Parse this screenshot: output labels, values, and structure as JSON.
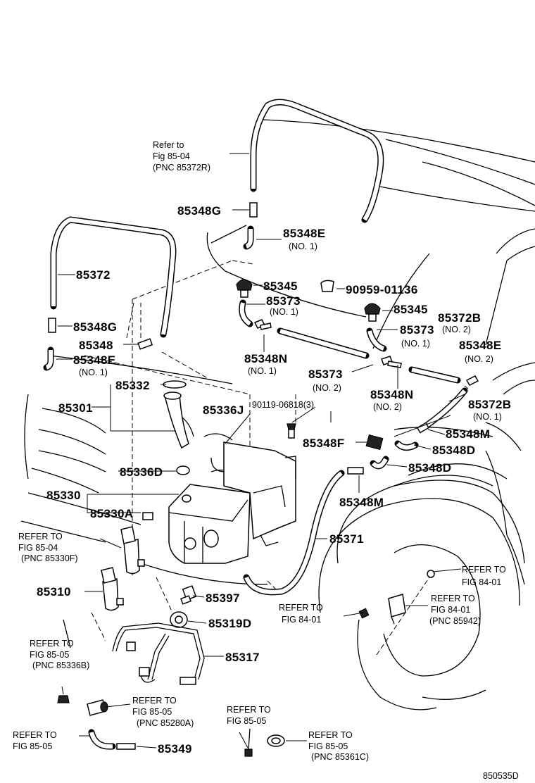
{
  "labels": {
    "ref_85372r": [
      "Refer to",
      "Fig 85-04",
      "(PNC 85372R)"
    ],
    "p85348g_top": "85348G",
    "p85348e_top": "85348E",
    "no1_a": "(NO. 1)",
    "p85372": "85372",
    "p85345_a": "85345",
    "p90959": "90959-01136",
    "p85373_a": "85373",
    "no1_b": "(NO. 1)",
    "p85345_b": "85345",
    "p85372b_a": "85372B",
    "no2_a": "(NO. 2)",
    "p85373_b": "85373",
    "no1_c": "(NO. 1)",
    "p85348g_left": "85348G",
    "p85348": "85348",
    "p85348e_right": "85348E",
    "no2_b": "(NO. 2)",
    "p85348e_left": "85348E",
    "no1_d": "(NO. 1)",
    "p85348n_a": "85348N",
    "no1_e": "(NO. 1)",
    "p85373_c": "85373",
    "no2_c": "(NO. 2)",
    "p85348n_b": "85348N",
    "no2_d": "(NO. 2)",
    "p85332": "85332",
    "p85301": "85301",
    "p85336j": "85336J",
    "p90119": "90119-06818(3)",
    "p85372b_b": "85372B",
    "no1_f": "(NO. 1)",
    "p85348m_a": "85348M",
    "p85348f": "85348F",
    "p85348d_a": "85348D",
    "p85336d": "85336D",
    "p85348d_b": "85348D",
    "p85330": "85330",
    "p85348m_b": "85348M",
    "p85330a": "85330A",
    "ref_85330f": [
      "REFER TO",
      "FIG 85-04",
      "(PNC 85330F)"
    ],
    "p85371": "85371",
    "ref_84_01_a": [
      "REFER TO",
      "FIG 84-01"
    ],
    "p85310": "85310",
    "p85397": "85397",
    "ref_84_01_b": [
      "REFER TO",
      "FIG 84-01"
    ],
    "ref_85942": [
      "REFER TO",
      "FIG 84-01",
      "(PNC 85942)"
    ],
    "p85319d": "85319D",
    "ref_85336b": [
      "REFER TO",
      "FIG 85-05",
      "(PNC 85336B)"
    ],
    "p85317": "85317",
    "ref_85280a": [
      "REFER TO",
      "FIG 85-05",
      "(PNC 85280A)"
    ],
    "ref_85_05_a": [
      "REFER TO",
      "FIG 85-05"
    ],
    "ref_85_05_b": [
      "REFER TO",
      "FIG 85-05"
    ],
    "p85349": "85349",
    "ref_85361c": [
      "REFER TO",
      "FIG 85-05",
      "(PNC 85361C)"
    ],
    "figure_code": "850535D"
  }
}
